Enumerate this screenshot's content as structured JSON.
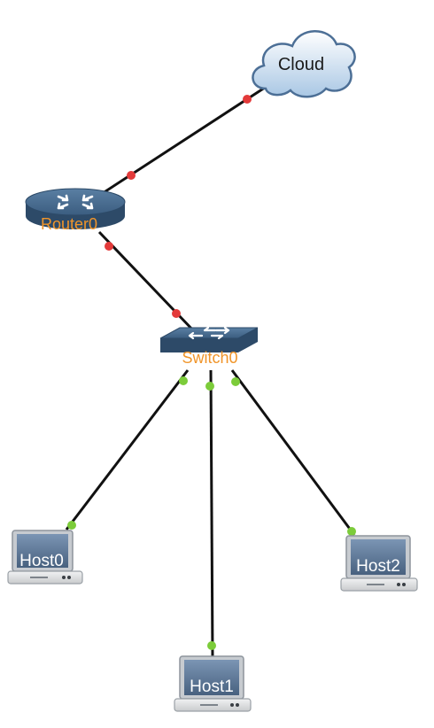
{
  "colors": {
    "link": "#111111",
    "port_down": "#e33a3a",
    "port_up": "#7ccc3a",
    "device_blue": "#3f6487",
    "label_orange": "#f0952a"
  },
  "nodes": {
    "cloud": {
      "label": "Cloud",
      "icon": "cloud-icon"
    },
    "router": {
      "label": "Router0",
      "icon": "router-icon"
    },
    "switch": {
      "label": "Switch0",
      "icon": "switch-icon"
    },
    "host0": {
      "label": "Host0",
      "icon": "laptop-icon"
    },
    "host1": {
      "label": "Host1",
      "icon": "laptop-icon"
    },
    "host2": {
      "label": "Host2",
      "icon": "laptop-icon"
    }
  },
  "links": [
    {
      "from": "Router0",
      "to": "Cloud",
      "status": "down"
    },
    {
      "from": "Router0",
      "to": "Switch0",
      "status": "down"
    },
    {
      "from": "Switch0",
      "to": "Host0",
      "status": "up"
    },
    {
      "from": "Switch0",
      "to": "Host1",
      "status": "up"
    },
    {
      "from": "Switch0",
      "to": "Host2",
      "status": "up"
    }
  ]
}
